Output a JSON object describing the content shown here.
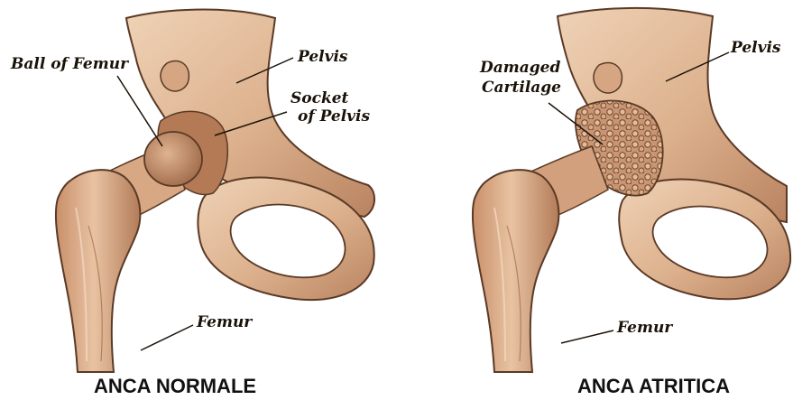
{
  "normal": {
    "label_ball": "Ball of Femur",
    "label_pelvis": "Pelvis",
    "label_socket_line1": "Socket",
    "label_socket_line2": "of  Pelvis",
    "label_femur": "Femur",
    "caption": "ANCA NORMALE"
  },
  "arthritic": {
    "label_cartilage_line1": "Damaged",
    "label_cartilage_line2": "Cartilage",
    "label_pelvis": "Pelvis",
    "label_femur": "Femur",
    "caption": "ANCA ATRITICA"
  },
  "colors": {
    "bone_light": "#e6c2a2",
    "bone_mid": "#cf9d78",
    "bone_dark": "#a8714f",
    "outline": "#5a3a26",
    "background": "#ffffff"
  }
}
